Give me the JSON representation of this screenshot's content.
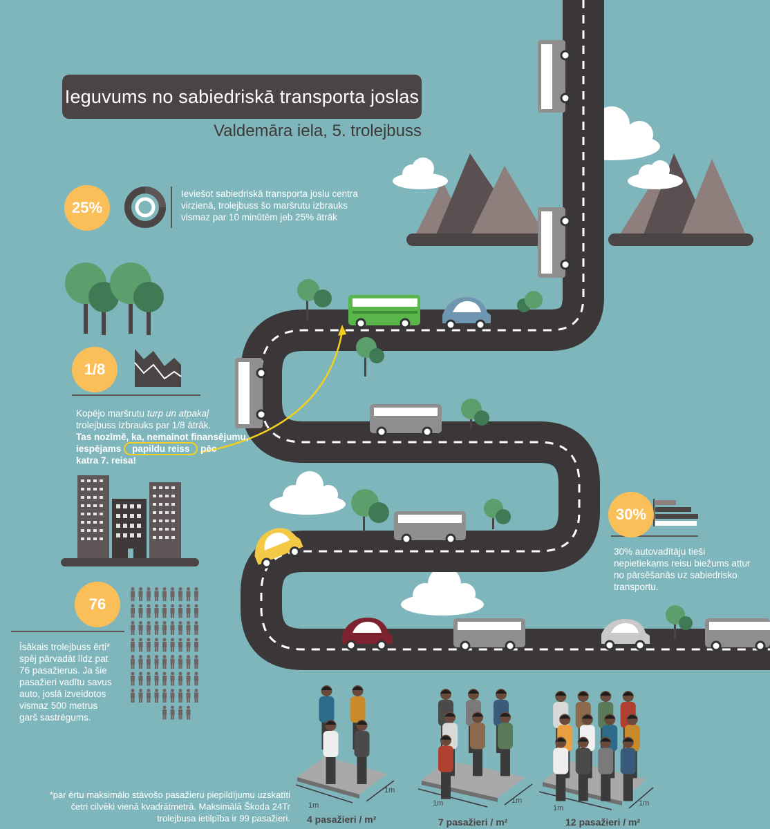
{
  "title": "Ieguvums no sabiedriskā transporta joslas",
  "subtitle": "Valdemāra iela, 5. trolejbuss",
  "stat_25": {
    "badge": "25%",
    "text": "Ieviešot sabiedriskā transporta joslu centra virzienā, trolejbuss šo maršrutu izbrauks vismaz par 10 minūtēm jeb 25% ātrāk"
  },
  "stat_18": {
    "badge": "1/8",
    "line1_a": "Kopējo maršrutu ",
    "line1_b": "turp un atpakaļ",
    "line2": "trolejbuss izbrauks par 1/8 ātrāk.",
    "bold_a": "Tas nozīmē, ka, nemainot finansējumu,",
    "bold_b": "iespējams",
    "bold_circled": "papildu reiss",
    "bold_c": "pēc",
    "bold_d": "katra 7. reisa!"
  },
  "stat_30": {
    "badge": "30%",
    "text": "30% autovadītāju tieši nepietiekams reisu biežums attur no pārsēšanās uz sabiedrisko transportu."
  },
  "stat_76": {
    "badge": "76",
    "text": "Īsākais trolejbuss ērti* spēj pārvadāt līdz pat 76 pasažierus. Ja šie pasažieri vadītu savus auto, joslā izveidotos vismaz 500 metrus garš sastrēgums."
  },
  "footnote": "*par ērtu maksimālo stāvošo pasažieru piepildījumu uzskatīti četri cilvēki vienā kvadrātmetrā. Maksimālā Škoda 24Tr trolejbusa ietilpība ir 99 pasažieri.",
  "density": [
    {
      "caption": "4 pasažieri / m²",
      "count": 4
    },
    {
      "caption": "7 pasažieri / m²",
      "count": 7
    },
    {
      "caption": "12 pasažieri / m²",
      "count": 12
    }
  ],
  "meter_label": "1m",
  "colors": {
    "background": "#7fb6bb",
    "road": "#3b3738",
    "accent": "#fbbf59",
    "highlight": "#f3d01f",
    "dark": "#4a4444",
    "bus_green": "#5ab54a"
  }
}
